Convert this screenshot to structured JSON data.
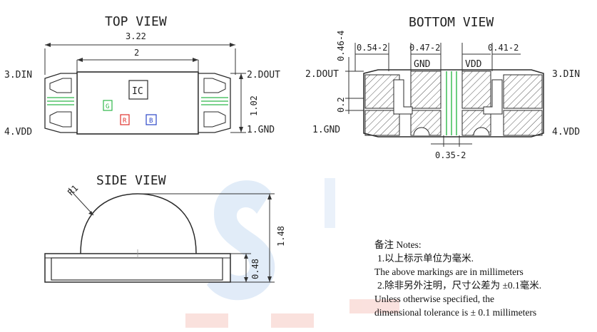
{
  "top_view": {
    "title": "TOP VIEW",
    "dim_total": "3.22",
    "dim_body": "2",
    "dim_height": "1.02",
    "ic_label": "IC",
    "g_label": "G",
    "r_label": "R",
    "b_label": "B",
    "pin3": "3.DIN",
    "pin4": "4.VDD",
    "pin2": "2.DOUT",
    "pin1": "1.GND"
  },
  "bottom_view": {
    "title": "BOTTOM VIEW",
    "dim_left_pad": "0.54-2",
    "dim_mid_pad": "0.47-2",
    "dim_right_pad": "0.41-2",
    "dim_side": "0.46-4",
    "dim_gap": "0.2",
    "dim_center": "0.35-2",
    "gnd_label": "GND",
    "vdd_label": "VDD",
    "pin2": "2.DOUT",
    "pin1": "1.GND",
    "pin3": "3.DIN",
    "pin4": "4.VDD"
  },
  "side_view": {
    "title": "SIDE VIEW",
    "radius": "R1",
    "dim_total_h": "1.48",
    "dim_base_h": "0.48"
  },
  "notes": {
    "title": "备注 Notes:",
    "n1_cn": "1.以上标示单位为毫米.",
    "n1_en": "The above markings are in millimeters",
    "n2_cn": "2.除非另外注明，尺寸公差为 ±0.1毫米.",
    "n2_en1": "Unless otherwise specified, the",
    "n2_en2": "dimensional tolerance is ± 0.1 millimeters"
  },
  "colors": {
    "line": "#2b2b2b",
    "green": "#2fb84a",
    "red": "#e0312c",
    "blue": "#2c46c8",
    "watermark_blue": "#c9dcf3",
    "watermark_red": "#f6c9c3"
  }
}
